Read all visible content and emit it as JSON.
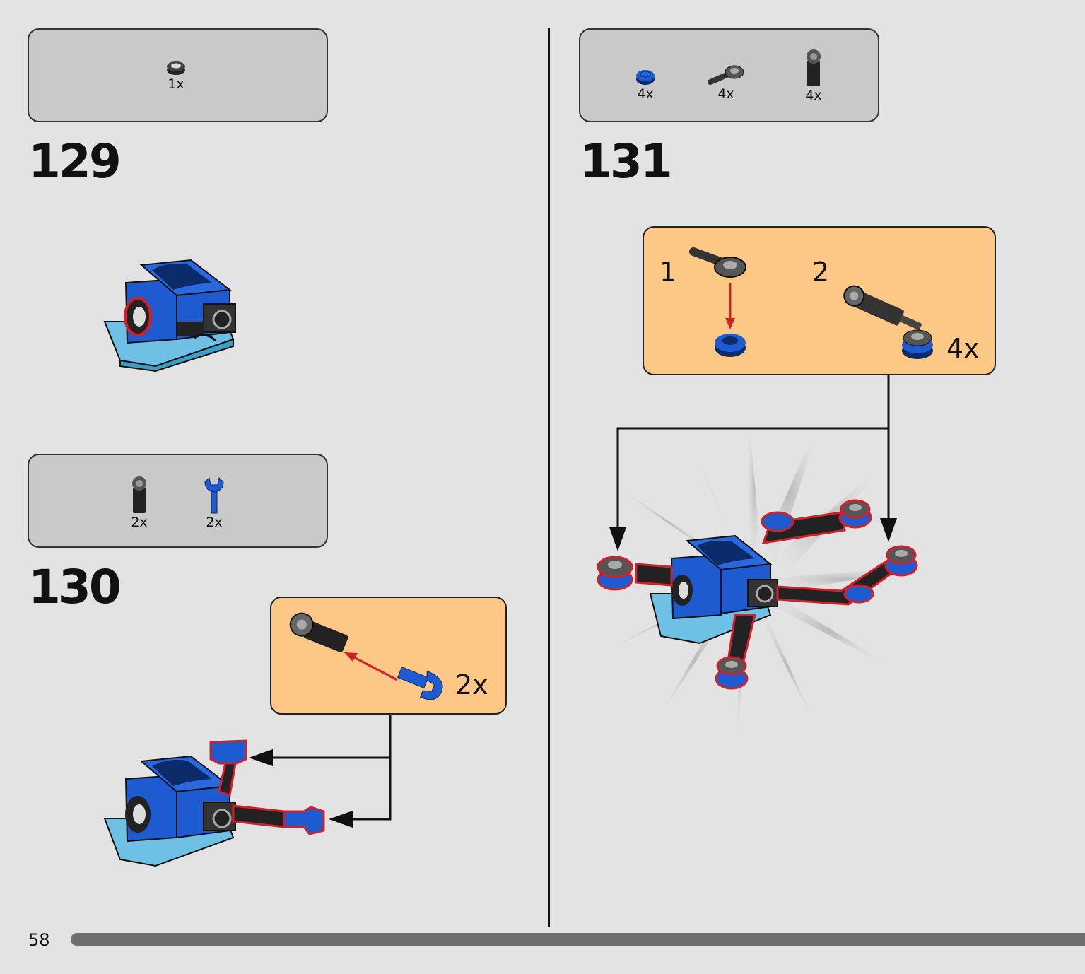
{
  "page": {
    "number": "58",
    "progress_percent": 100
  },
  "steps": [
    {
      "number": "129",
      "parts": [
        {
          "icon": "round-plate-dark-grey-icon",
          "qty": "1x"
        }
      ]
    },
    {
      "number": "130",
      "parts": [
        {
          "icon": "connector-black-icon",
          "qty": "2x"
        },
        {
          "icon": "clip-blue-icon",
          "qty": "2x"
        }
      ],
      "callout": {
        "qty": "2x"
      }
    },
    {
      "number": "131",
      "parts": [
        {
          "icon": "round-plate-blue-icon",
          "qty": "4x"
        },
        {
          "icon": "ball-joint-arm-icon",
          "qty": "4x"
        },
        {
          "icon": "connector-black-icon",
          "qty": "4x"
        }
      ],
      "callout": {
        "sub1": "1",
        "sub2": "2",
        "qty": "4x"
      }
    }
  ],
  "colors": {
    "background": "#e3e3e3",
    "parts_box": "#c9c9c9",
    "callout": "#fdc886",
    "brick_blue": "#1f5bd0",
    "brick_light_blue": "#6ec1e4",
    "highlight_red": "#d0202a"
  }
}
